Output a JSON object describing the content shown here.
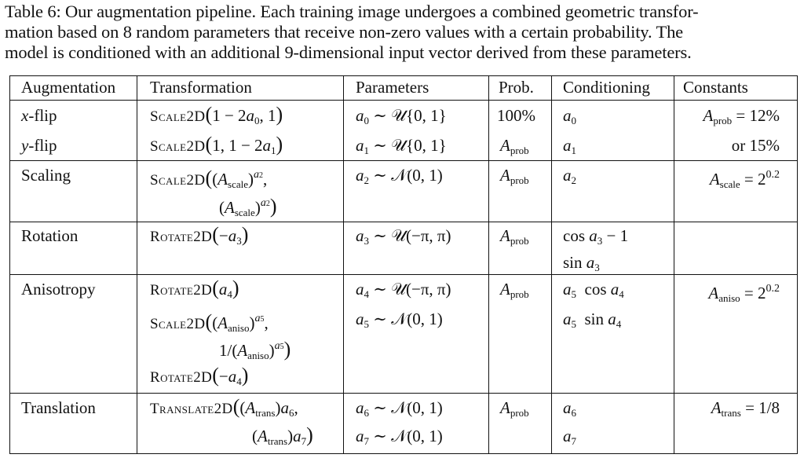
{
  "caption": {
    "line1": "Table 6: Our augmentation pipeline. Each training image undergoes a combined geometric transfor-",
    "line2": "mation based on 8 random parameters that receive non-zero values with a certain probability. The",
    "line3": "model is conditioned with an additional 9-dimensional input vector derived from these parameters."
  },
  "headers": {
    "augmentation": "Augmentation",
    "transformation": "Transformation",
    "parameters": "Parameters",
    "prob": "Prob.",
    "conditioning": "Conditioning",
    "constants": "Constants"
  },
  "rows": {
    "xflip": {
      "aug_var": "x",
      "aug_rest": "-flip",
      "func": "Scale2D",
      "arg_a": "1 − 2",
      "arg_var": "a",
      "arg_sub": "0",
      "arg_tail": ",  1",
      "param_var": "a",
      "param_sub": "0",
      "param_rest": " ∼ 𝒰{0, 1}",
      "prob": "100%",
      "cond_var": "a",
      "cond_sub": "0",
      "const_var": "A",
      "const_sub": "prob",
      "const_rest": " = 12%"
    },
    "yflip": {
      "aug_var": "y",
      "aug_rest": "-flip",
      "func": "Scale2D",
      "arg_a": "1,  1 − 2",
      "arg_var": "a",
      "arg_sub": "1",
      "param_var": "a",
      "param_sub": "1",
      "param_rest": " ∼ 𝒰{0, 1}",
      "prob_var": "A",
      "prob_sub": "prob",
      "cond_var": "a",
      "cond_sub": "1",
      "const_text": "or 15%"
    },
    "scaling": {
      "aug": "Scaling",
      "func": "Scale2D",
      "line1_var": "A",
      "line1_sub": "scale",
      "exp_var": "a",
      "exp_sub": "2",
      "line2_var": "A",
      "line2_sub": "scale",
      "param_var": "a",
      "param_sub": "2",
      "param_rest": " ∼ 𝒩(0, 1)",
      "prob_var": "A",
      "prob_sub": "prob",
      "cond_var": "a",
      "cond_sub": "2",
      "const_var": "A",
      "const_sub": "scale",
      "const_rest": " = 2",
      "const_exp": "0.2"
    },
    "rotation": {
      "aug": "Rotation",
      "func": "Rotate2D",
      "arg": "−",
      "arg_var": "a",
      "arg_sub": "3",
      "param_var": "a",
      "param_sub": "3",
      "param_rest": " ∼ 𝒰(−π, π)",
      "prob_var": "A",
      "prob_sub": "prob",
      "cond1": "cos ",
      "cond1_var": "a",
      "cond1_sub": "3",
      "cond1_rest": " − 1",
      "cond2": "sin ",
      "cond2_var": "a",
      "cond2_sub": "3"
    },
    "anisotropy": {
      "aug": "Anisotropy",
      "func1": "Rotate2D",
      "arg1_var": "a",
      "arg1_sub": "4",
      "func2": "Scale2D",
      "l2_var": "A",
      "l2_sub": "aniso",
      "l2_exp_var": "a",
      "l2_exp_sub": "5",
      "l3_pre": "1/",
      "l3_var": "A",
      "l3_sub": "aniso",
      "l3_exp_var": "a",
      "l3_exp_sub": "5",
      "func3": "Rotate2D",
      "arg3": "−",
      "arg3_var": "a",
      "arg3_sub": "4",
      "param1_var": "a",
      "param1_sub": "4",
      "param1_rest": " ∼ 𝒰(−π, π)",
      "param2_var": "a",
      "param2_sub": "5",
      "param2_rest": " ∼ 𝒩(0, 1)",
      "prob_var": "A",
      "prob_sub": "prob",
      "cond1_var": "a",
      "cond1_sub": "5",
      "cond1_mid": "  cos ",
      "cond1_var2": "a",
      "cond1_sub2": "4",
      "cond2_var": "a",
      "cond2_sub": "5",
      "cond2_mid": "  sin ",
      "cond2_var2": "a",
      "cond2_sub2": "4",
      "const_var": "A",
      "const_sub": "aniso",
      "const_rest": " = 2",
      "const_exp": "0.2"
    },
    "translation": {
      "aug": "Translation",
      "func": "Translate2D",
      "l1_var": "A",
      "l1_sub": "trans",
      "l1_var2": "a",
      "l1_sub2": "6",
      "l2_var": "A",
      "l2_sub": "trans",
      "l2_var2": "a",
      "l2_sub2": "7",
      "param1_var": "a",
      "param1_sub": "6",
      "param1_rest": " ∼ 𝒩(0, 1)",
      "param2_var": "a",
      "param2_sub": "7",
      "param2_rest": " ∼ 𝒩(0, 1)",
      "prob_var": "A",
      "prob_sub": "prob",
      "cond1_var": "a",
      "cond1_sub": "6",
      "cond2_var": "a",
      "cond2_sub": "7",
      "const_var": "A",
      "const_sub": "trans",
      "const_rest": " = 1/8"
    }
  }
}
